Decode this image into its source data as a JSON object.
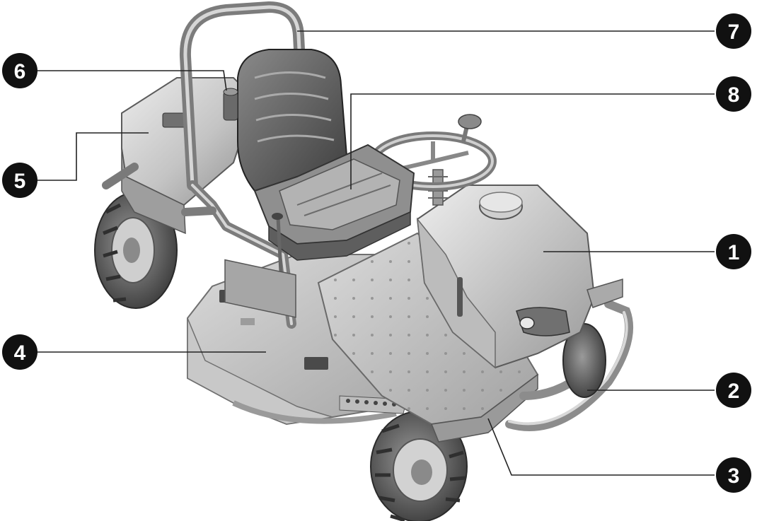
{
  "diagram": {
    "callouts": [
      {
        "id": "callout-1",
        "number": "1"
      },
      {
        "id": "callout-2",
        "number": "2"
      },
      {
        "id": "callout-3",
        "number": "3"
      },
      {
        "id": "callout-4",
        "number": "4"
      },
      {
        "id": "callout-5",
        "number": "5"
      },
      {
        "id": "callout-6",
        "number": "6"
      },
      {
        "id": "callout-7",
        "number": "7"
      },
      {
        "id": "callout-8",
        "number": "8"
      }
    ]
  },
  "colors": {
    "body_light": "#d9d9d9",
    "body_mid": "#a9a9a9",
    "body_dark": "#6a6a6a",
    "tire": "#4d4d4d",
    "callout_fill": "#111111",
    "leader_line": "#222222"
  }
}
